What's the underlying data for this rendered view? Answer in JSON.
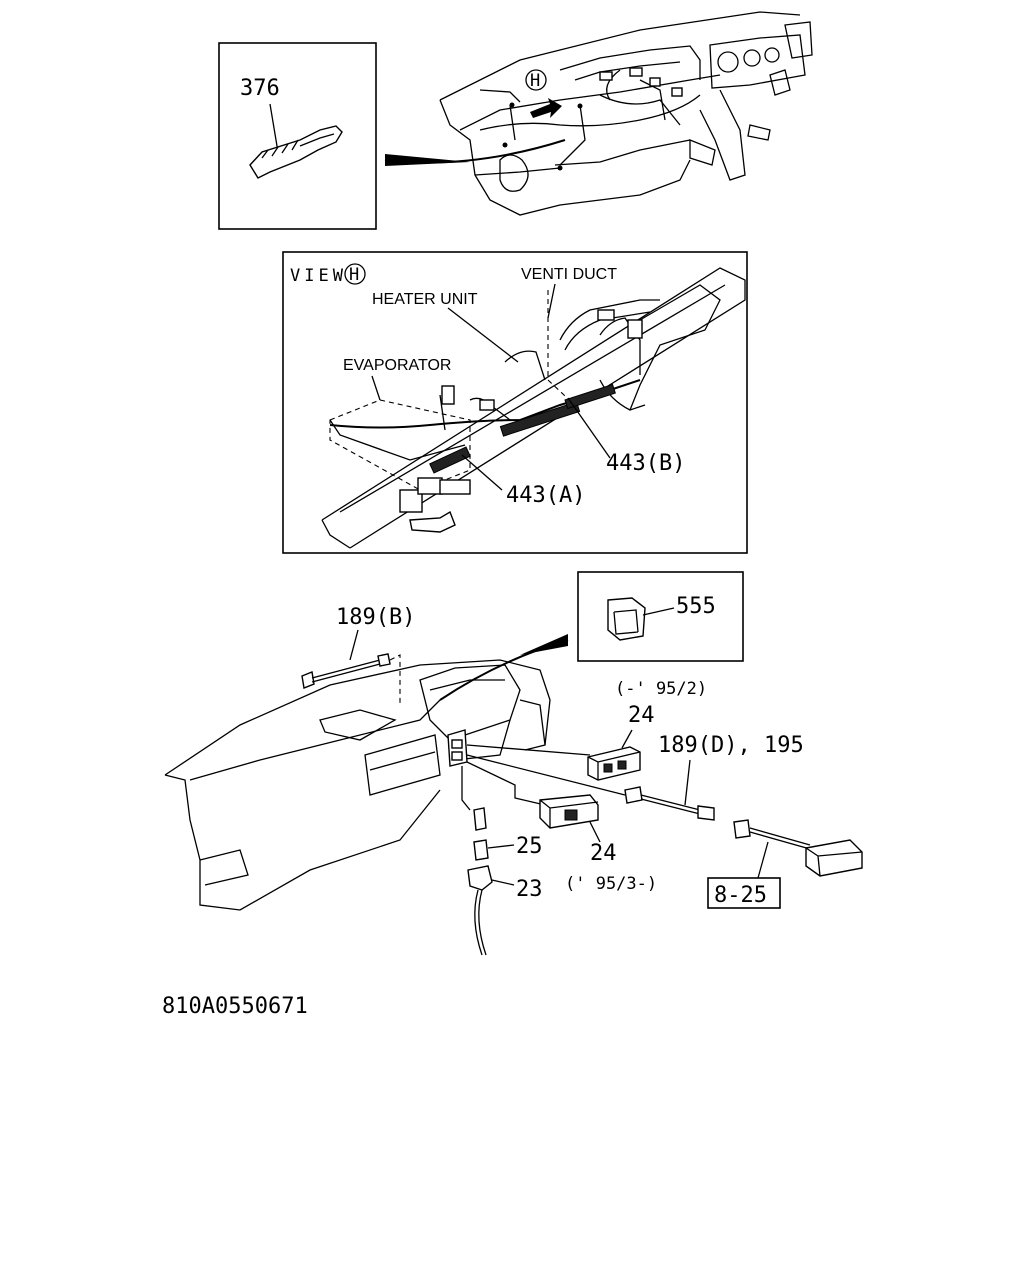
{
  "labels": {
    "p376": "376",
    "view_prefix": "VIEW",
    "view_letter": "H",
    "detail_marker": "H",
    "venti_duct": "VENTI DUCT",
    "heater_unit": "HEATER UNIT",
    "evaporator": "EVAPORATOR",
    "p443b": "443(B)",
    "p443a": "443(A)",
    "p555": "555",
    "p189b": "189(B)",
    "range_early": "(-' 95/2)",
    "p24_top": "24",
    "p189d195": "189(D), 195",
    "p25": "25",
    "p24_bottom": "24",
    "p23": "23",
    "range_late": "(' 95/3-)",
    "ref_8_25": "8-25",
    "drawing_number": "810A0550671"
  }
}
